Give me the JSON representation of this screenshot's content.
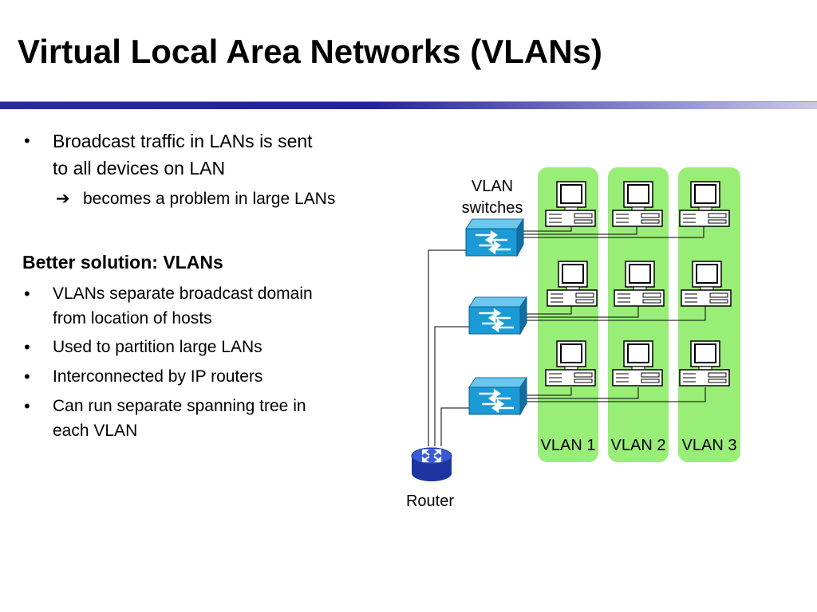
{
  "slide": {
    "title": "Virtual Local Area Networks (VLANs)",
    "bullets_top": [
      {
        "line1": "Broadcast traffic in LANs is sent",
        "line2": "to all devices on LAN"
      }
    ],
    "arrow_glyph": "➔",
    "sub_point": "becomes a problem in large LANs",
    "heading": "Better solution: VLANs",
    "bullets": [
      {
        "line1": "VLANs separate broadcast domain",
        "line2": "from location of hosts"
      },
      {
        "line1": "Used to partition large LANs"
      },
      {
        "line1": "Interconnected by IP routers"
      },
      {
        "line1": "Can run separate spanning tree in",
        "line2": "each VLAN"
      }
    ],
    "bullet_glyph": "•"
  },
  "diagram": {
    "switches_label_line1": "VLAN",
    "switches_label_line2": "switches",
    "router_label": "Router",
    "vlan_labels": [
      "VLAN 1",
      "VLAN 2",
      "VLAN 3"
    ],
    "colors": {
      "vlan_band": "#99ee77",
      "switch_blue": "#1a9ad6",
      "router_blue": "#2440b8",
      "title_rule": "#22229a"
    },
    "icons": [
      "switch-icon",
      "router-icon",
      "computer-icon"
    ]
  }
}
